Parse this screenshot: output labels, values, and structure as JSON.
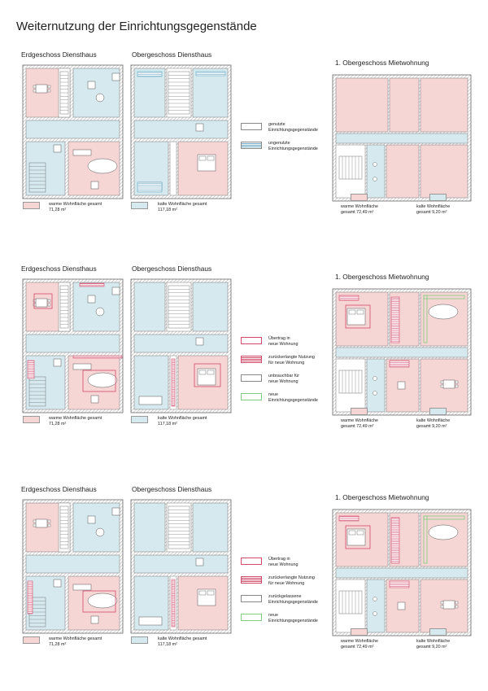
{
  "page_title": "Weiternutzung der Einrichtungsgegenstände",
  "colors": {
    "warm": "#f6d5d5",
    "cold": "#d5e9ef",
    "wall": "#7a7a7a",
    "red_line": "#d34b6b",
    "green_line": "#7fcf7f",
    "furniture": "#555555"
  },
  "sections": [
    {
      "erdgeschoss_title": "Erdgeschoss Diensthaus",
      "obergeschoss_title": "Obergeschoss Diensthaus",
      "miet_title": "1. Obergeschoss Mietwohnung",
      "legend": [
        {
          "label": "genutzte\nEinrichtungsgegenstände",
          "style": "plain"
        },
        {
          "label": "ungenutzte\nEinrichtungsgegenstände",
          "style": "blue-stripes"
        }
      ],
      "warm_label": "warme Wohnfläche gesamt\n71,28 m²",
      "cold_label": "kalte Wohnfläche gesamt\n117,18 m²",
      "miet_warm_label": "warme Wohnfläche\ngesamt 72,49 m²",
      "miet_cold_label": "kalte Wohnfläche\ngesamt 9,20 m²"
    },
    {
      "erdgeschoss_title": "Erdgeschoss Diensthaus",
      "obergeschoss_title": "Obergeschoss Diensthaus",
      "miet_title": "1. Obergeschoss Mietwohnung",
      "legend": [
        {
          "label": "Übertrag in\nneue Wohnung",
          "style": "red-outline"
        },
        {
          "label": "zurückerlangte Nutzung\nfür neue Wohnung",
          "style": "red-stripes"
        },
        {
          "label": "unbrauchbar für\nneue Wohnung",
          "style": "plain"
        },
        {
          "label": "neue\nEinrichtungsgegenstände",
          "style": "green-outline"
        }
      ],
      "warm_label": "warme Wohnfläche gesamt\n71,28 m²",
      "cold_label": "kalte Wohnfläche gesamt\n117,18 m²",
      "miet_warm_label": "warme Wohnfläche\ngesamt 72,49 m²",
      "miet_cold_label": "kalte Wohnfläche\ngesamt 9,20 m²"
    },
    {
      "erdgeschoss_title": "Erdgeschoss Diensthaus",
      "obergeschoss_title": "Obergeschoss Diensthaus",
      "miet_title": "1. Obergeschoss Mietwohnung",
      "legend": [
        {
          "label": "Übertrag in\nneue Wohnung",
          "style": "red-outline"
        },
        {
          "label": "zurückerlangte Nutzung\nfür neue Wohnung",
          "style": "red-stripes"
        },
        {
          "label": "zurückgelassene\nEinrichtungsgegenstände",
          "style": "plain"
        },
        {
          "label": "neue\nEinrichtungsgegenstände",
          "style": "green-outline"
        }
      ],
      "warm_label": "warme Wohnfläche gesamt\n71,28 m²",
      "cold_label": "kalte Wohnfläche gesamt\n117,18 m²",
      "miet_warm_label": "warme Wohnfläche\ngesamt 72,49 m²",
      "miet_cold_label": "kalte Wohnfläche\ngesamt 9,20 m²"
    }
  ]
}
